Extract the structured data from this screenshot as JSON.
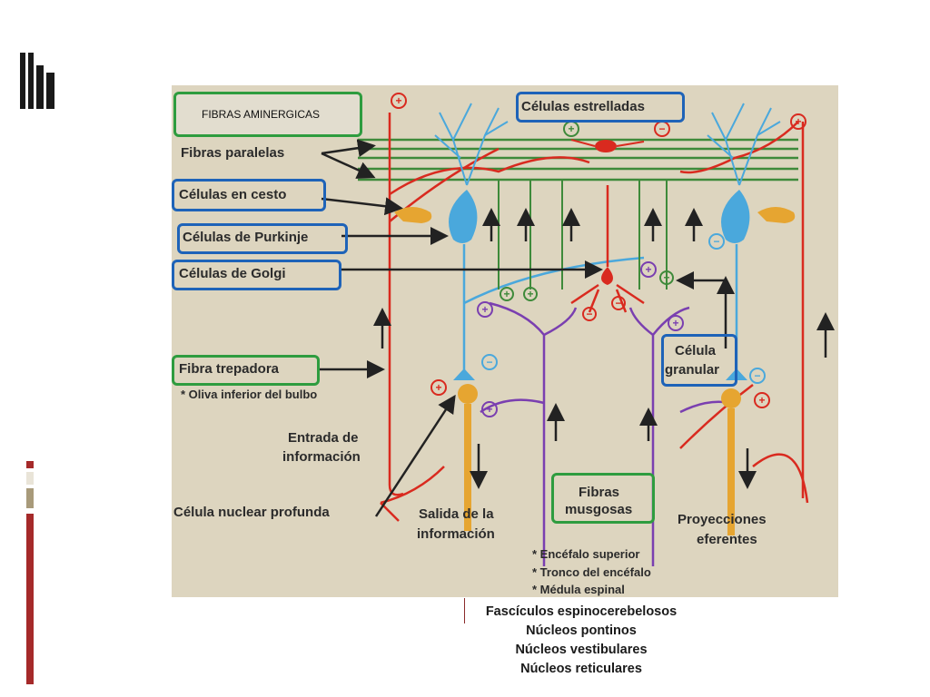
{
  "diagram": {
    "labels": {
      "fibras_aminergicas": "FIBRAS AMINERGICAS",
      "fibras_paralelas": "Fibras paralelas",
      "celulas_en_cesto": "Células en cesto",
      "celulas_de_purkinje": "Células de Purkinje",
      "celulas_de_golgi": "Células de Golgi",
      "fibra_trepadora": "Fibra trepadora",
      "oliva_inferior": "* Oliva inferior del bulbo",
      "entrada_1": "Entrada de",
      "entrada_2": "información",
      "celula_nuclear": "Célula nuclear profunda",
      "salida_1": "Salida de la",
      "salida_2": "información",
      "fibras_musgosas_1": "Fibras",
      "fibras_musgosas_2": "musgosas",
      "celulas_estrelladas": "Células estrelladas",
      "celula_granular_1": "Célula",
      "celula_granular_2": "granular",
      "proyecciones_1": "Proyecciones",
      "proyecciones_2": "eferentes",
      "encefalo_superior": "* Encéfalo superior",
      "tronco_encefalo": "* Tronco del encéfalo",
      "medula_espinal": "* Médula espinal"
    },
    "signs": {
      "plus": "+",
      "minus": "−"
    }
  },
  "caption": {
    "lines": [
      "Fascículos espinocerebelosos",
      "Núcleos pontinos",
      "Núcleos vestibulares",
      "Núcleos reticulares"
    ]
  },
  "colors": {
    "figure_bg": "#ddd5bf",
    "red_fiber": "#d92a1f",
    "purkinje_blue": "#4aa8dc",
    "granule_green": "#3e8a3a",
    "mossy_purple": "#7a3fb0",
    "nuclear_orange": "#e6a531",
    "accent_bar": "#a52a2a"
  }
}
